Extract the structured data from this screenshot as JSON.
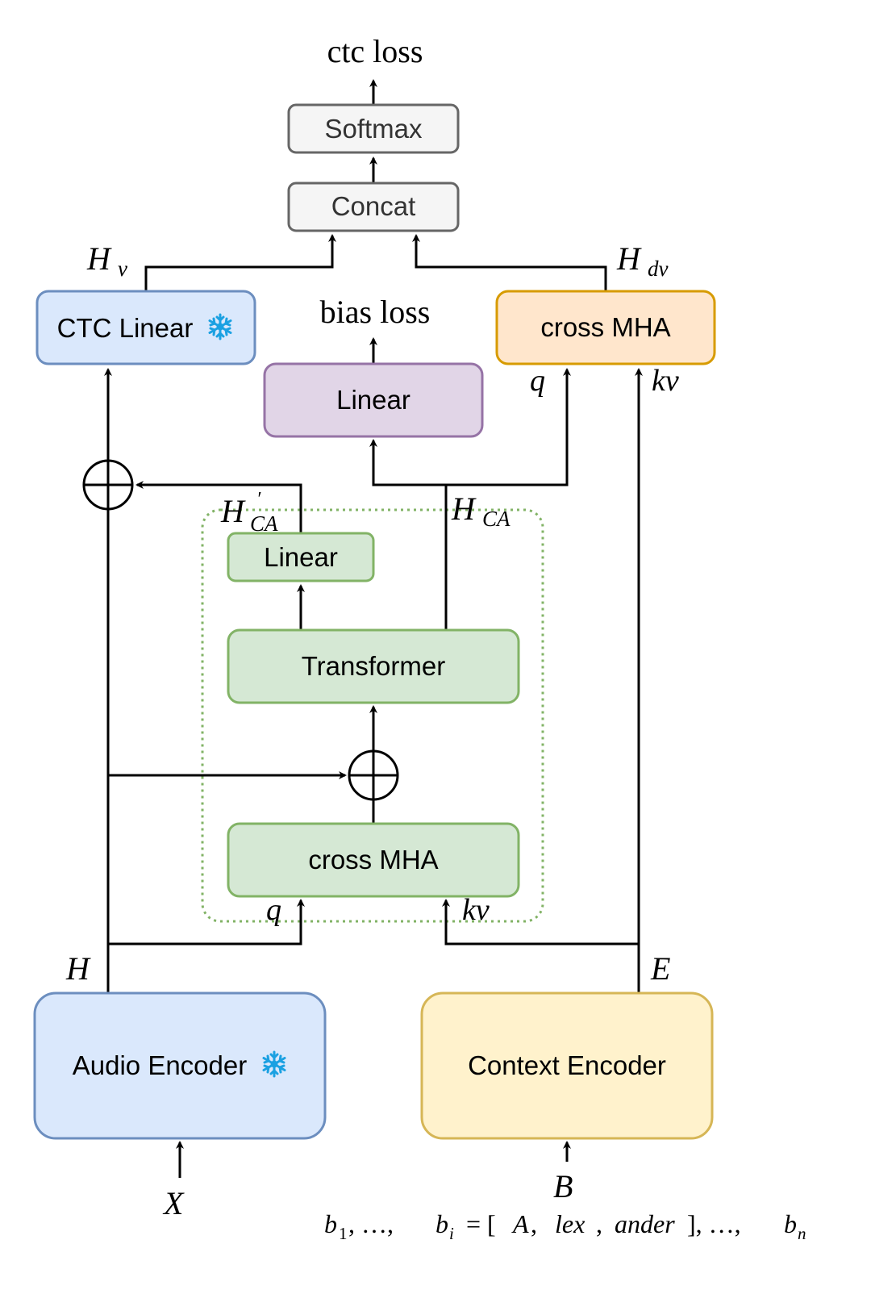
{
  "diagram": {
    "outputs": {
      "ctc_loss": "ctc loss",
      "bias_loss": "bias loss"
    },
    "blocks": {
      "softmax": "Softmax",
      "concat": "Concat",
      "ctc_linear": "CTC Linear",
      "cross_mha_top": "cross MHA",
      "bias_linear": "Linear",
      "ca_linear": "Linear",
      "transformer": "Transformer",
      "cross_mha_inner": "cross MHA",
      "audio_encoder": "Audio Encoder",
      "context_encoder": "Context Encoder"
    },
    "frozen_icon": "snowflake-icon",
    "labels": {
      "H_v": {
        "base": "H",
        "sub": "v"
      },
      "H_dv": {
        "base": "H",
        "sub": "dv"
      },
      "H_CA_prime": {
        "base": "H",
        "sub": "CA",
        "sup": "′"
      },
      "H_CA": {
        "base": "H",
        "sub": "CA"
      },
      "H": "H",
      "E": "E",
      "X": "X",
      "B": "B",
      "q_top": "q",
      "kv_top": "kv",
      "q_inner": "q",
      "kv_inner": "kv"
    },
    "bias_list": {
      "b1": {
        "base": "b",
        "sub": "1"
      },
      "sep1": ",  …,",
      "bi": {
        "base": "b",
        "sub": "i"
      },
      "eq": "= [",
      "A": "A",
      "lex": "lex",
      "ander": "ander",
      "close": "],  …,",
      "bn": {
        "base": "b",
        "sub": "n"
      }
    },
    "colors": {
      "gray_fill": "#f5f5f5",
      "gray_stroke": "#666666",
      "blue_fill": "#dae8fc",
      "blue_stroke": "#6c8ebf",
      "orange_fill": "#ffe6cc",
      "orange_stroke": "#d79b00",
      "purple_fill": "#e1d5e7",
      "purple_stroke": "#9673a6",
      "green_fill": "#d5e8d4",
      "green_stroke": "#82b366",
      "yellow_fill": "#fff2cc",
      "yellow_stroke": "#d6b656",
      "snowflake": "#1ba1e2"
    }
  }
}
